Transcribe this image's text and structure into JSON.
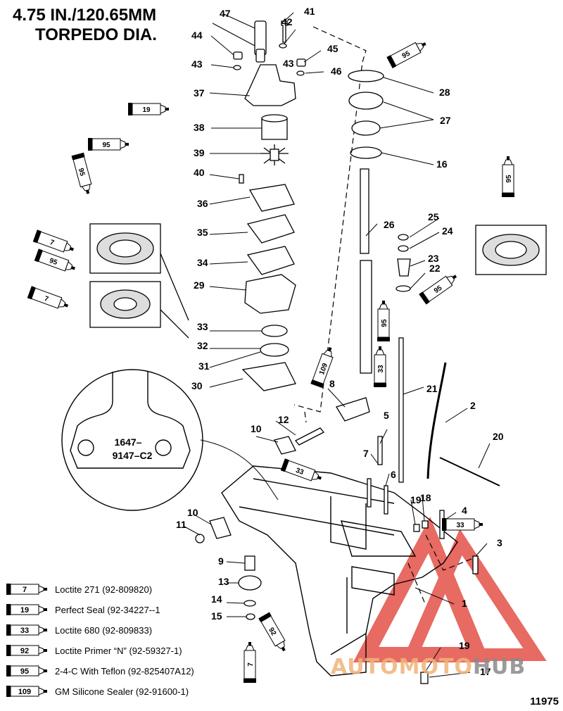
{
  "header": {
    "line1": "4.75 IN./120.65MM",
    "line2": "TORPEDO DIA."
  },
  "detail_part_number": {
    "line1": "1647–",
    "line2": "9147–C2"
  },
  "callouts": [
    "1",
    "2",
    "3",
    "4",
    "5",
    "6",
    "7",
    "8",
    "9",
    "10",
    "10",
    "11",
    "12",
    "13",
    "14",
    "15",
    "16",
    "17",
    "18",
    "19",
    "19",
    "20",
    "21",
    "22",
    "23",
    "24",
    "25",
    "26",
    "27",
    "28",
    "29",
    "30",
    "31",
    "32",
    "33",
    "34",
    "35",
    "36",
    "37",
    "38",
    "39",
    "40",
    "41",
    "42",
    "43",
    "43",
    "44",
    "45",
    "46",
    "47"
  ],
  "tube_labels": [
    "95",
    "19",
    "95",
    "95",
    "7",
    "95",
    "7",
    "95",
    "109",
    "33",
    "95",
    "33",
    "33",
    "95",
    "7",
    "92"
  ],
  "legend": [
    {
      "code": "7",
      "text": "Loctite 271 (92-809820)"
    },
    {
      "code": "19",
      "text": "Perfect Seal (92-34227--1"
    },
    {
      "code": "33",
      "text": "Loctite 680 (92-809833)"
    },
    {
      "code": "92",
      "text": "Loctite Primer “N” (92-59327-1)"
    },
    {
      "code": "95",
      "text": "2-4-C  With Teflon (92-825407A12)"
    },
    {
      "code": "109",
      "text": "GM Silicone Sealer (92-91600-1)"
    }
  ],
  "figure_number": "11975",
  "watermark": {
    "part1": "AUTOMOTO",
    "part2": "HUB"
  },
  "colors": {
    "line": "#000000",
    "watermark_red": "#e0392f",
    "watermark_orange": "#f0b37a",
    "watermark_gray": "#8a8a8a"
  }
}
